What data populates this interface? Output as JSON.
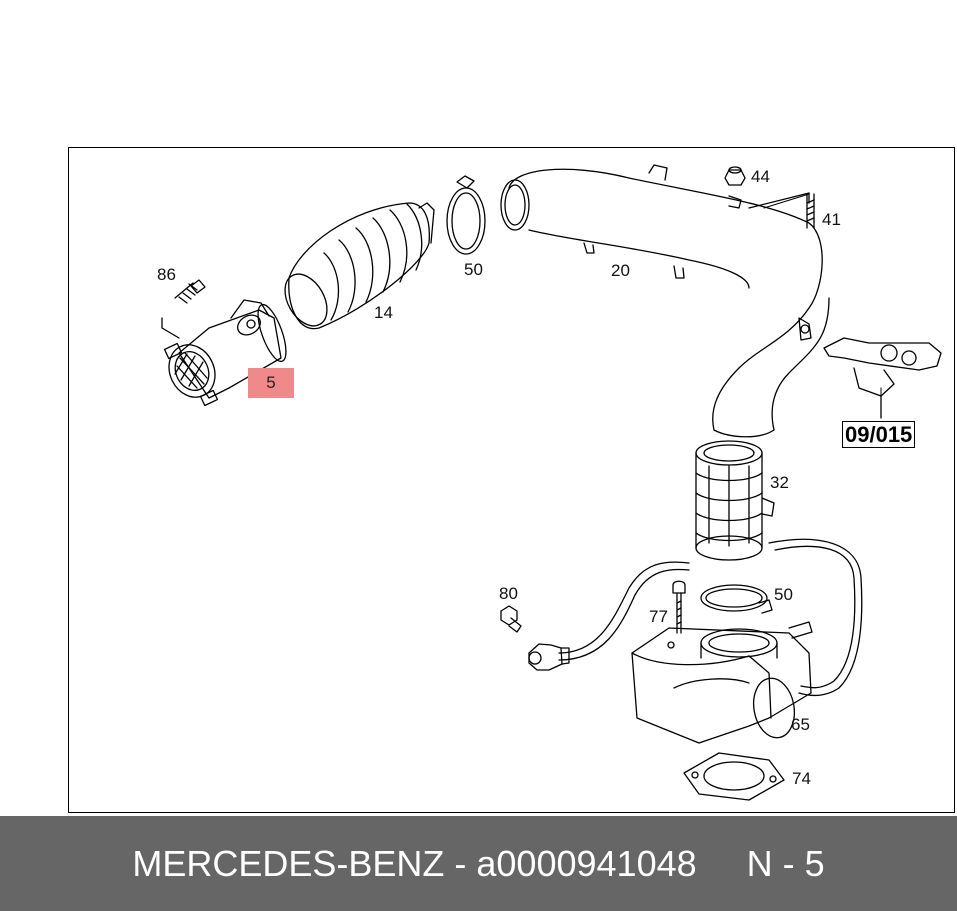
{
  "diagram": {
    "callouts": [
      {
        "id": "44",
        "label": "44"
      },
      {
        "id": "41",
        "label": "41"
      },
      {
        "id": "86",
        "label": "86"
      },
      {
        "id": "50a",
        "label": "50"
      },
      {
        "id": "20",
        "label": "20"
      },
      {
        "id": "14",
        "label": "14"
      },
      {
        "id": "32",
        "label": "32"
      },
      {
        "id": "80",
        "label": "80"
      },
      {
        "id": "50b",
        "label": "50"
      },
      {
        "id": "77",
        "label": "77"
      },
      {
        "id": "65",
        "label": "65"
      },
      {
        "id": "74",
        "label": "74"
      }
    ],
    "highlighted_callout": "5",
    "reference_box": "09/015"
  },
  "footer": {
    "brand": "MERCEDES-BENZ",
    "separator": "-",
    "part_number": "a0000941048",
    "position_label": "N - 5"
  },
  "colors": {
    "highlight": "#f08a8a",
    "footer_bg": "#666666",
    "footer_text": "#ffffff"
  }
}
